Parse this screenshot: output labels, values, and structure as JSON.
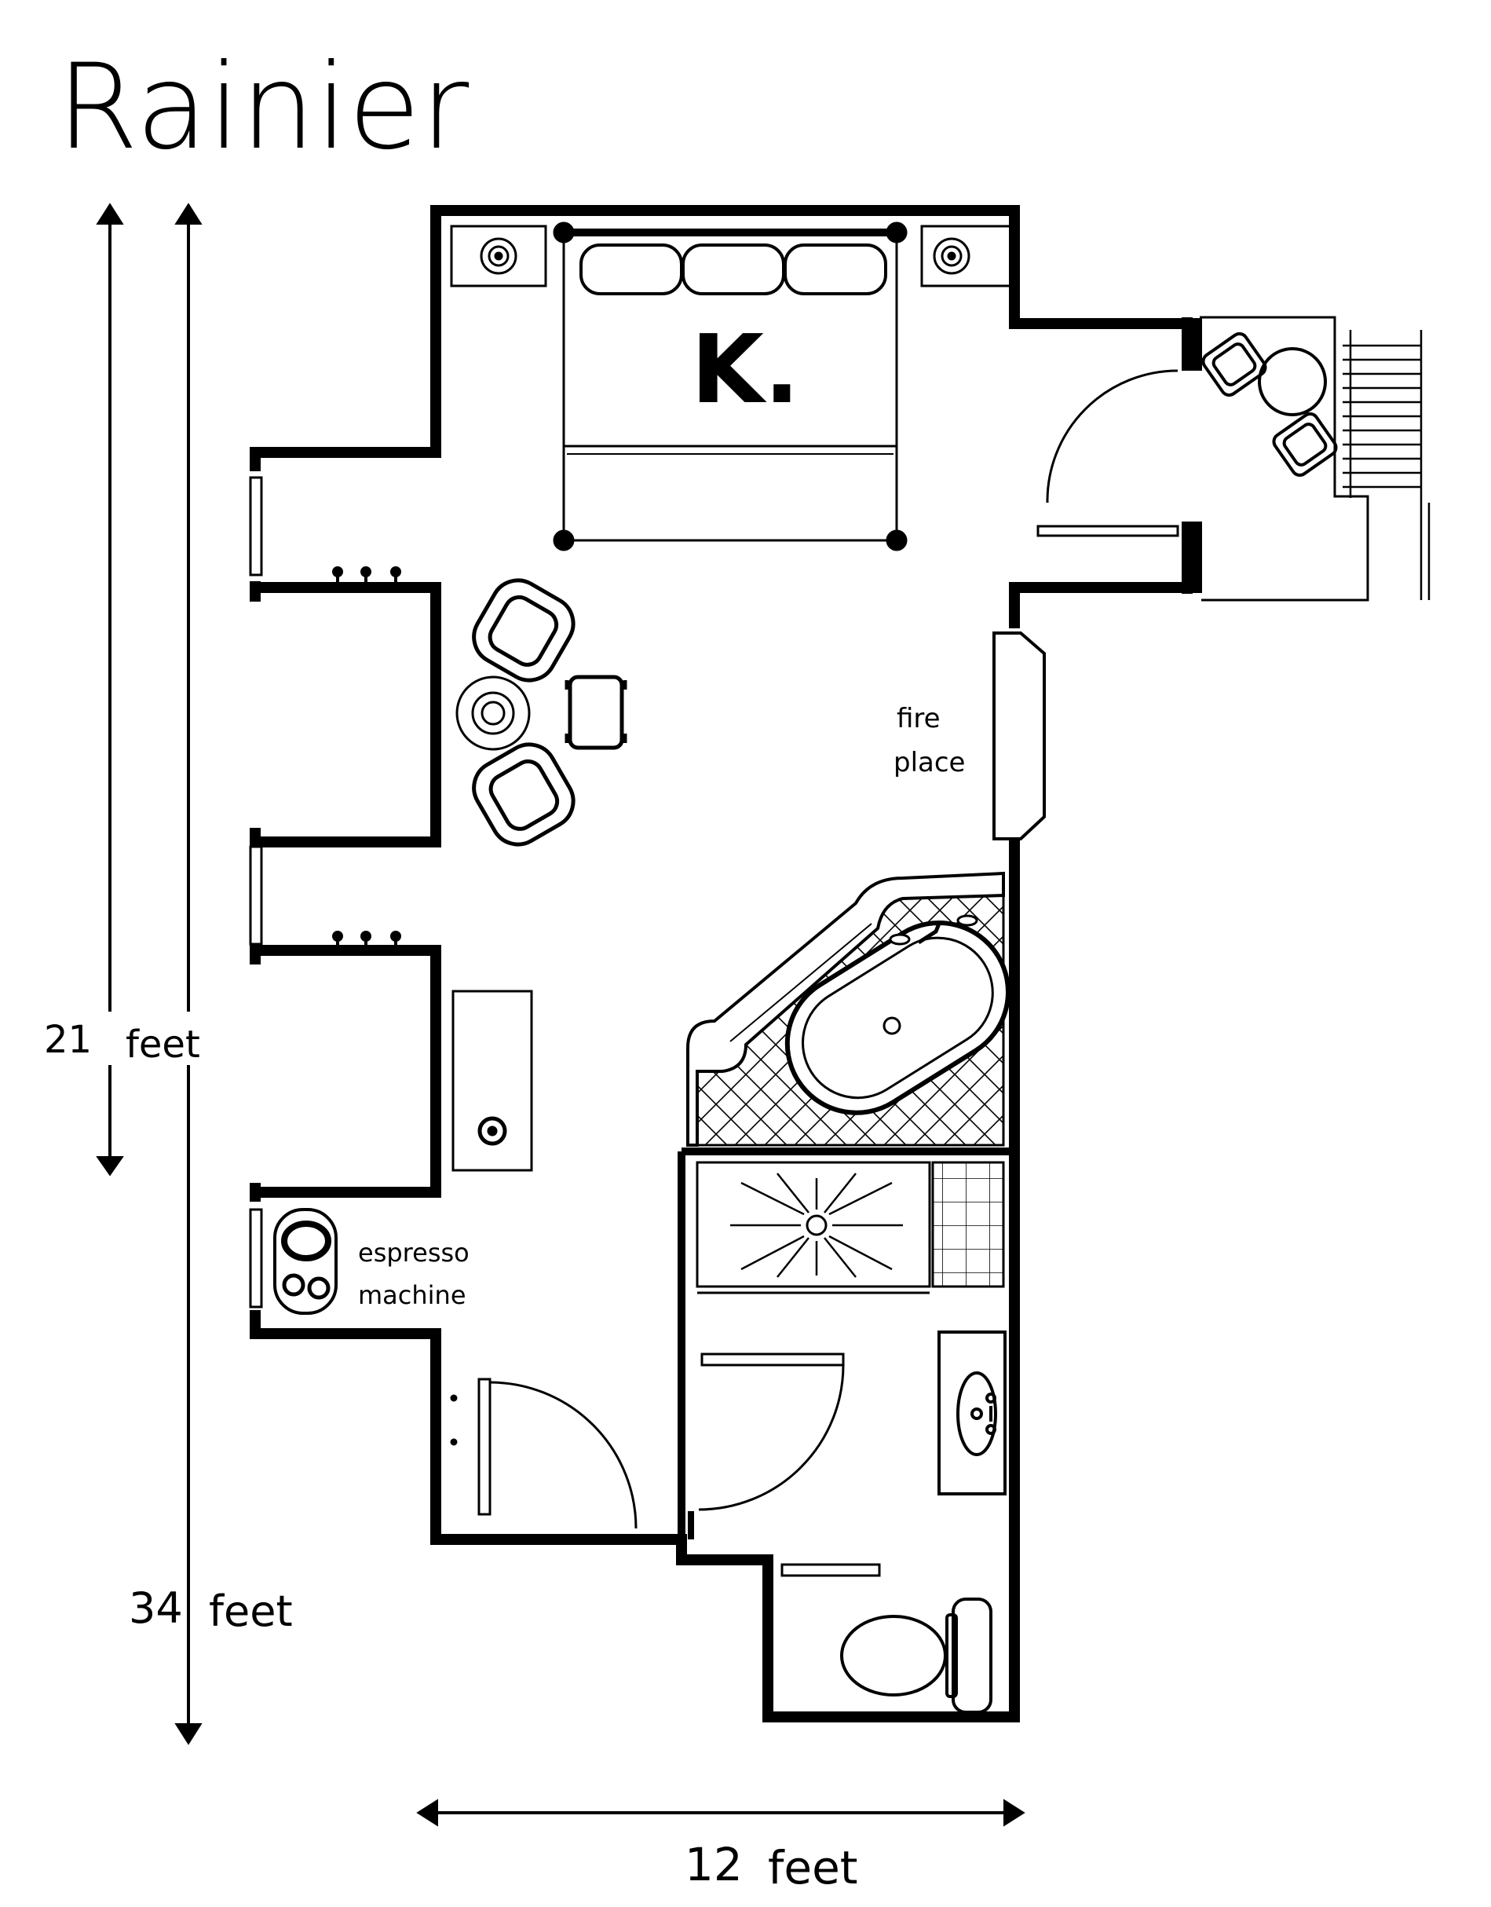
{
  "title": "Rainier",
  "bed_label": "K.",
  "fireplace_label": [
    "fire",
    "place"
  ],
  "espresso_label": [
    "espresso",
    "machine"
  ],
  "dimensions": {
    "length_inner": {
      "value": "21",
      "unit": "feet"
    },
    "length_outer": {
      "value": "34",
      "unit": "feet"
    },
    "width": {
      "value": "12",
      "unit": "feet"
    }
  },
  "colors": {
    "ink": "#000000",
    "paper": "#ffffff"
  }
}
